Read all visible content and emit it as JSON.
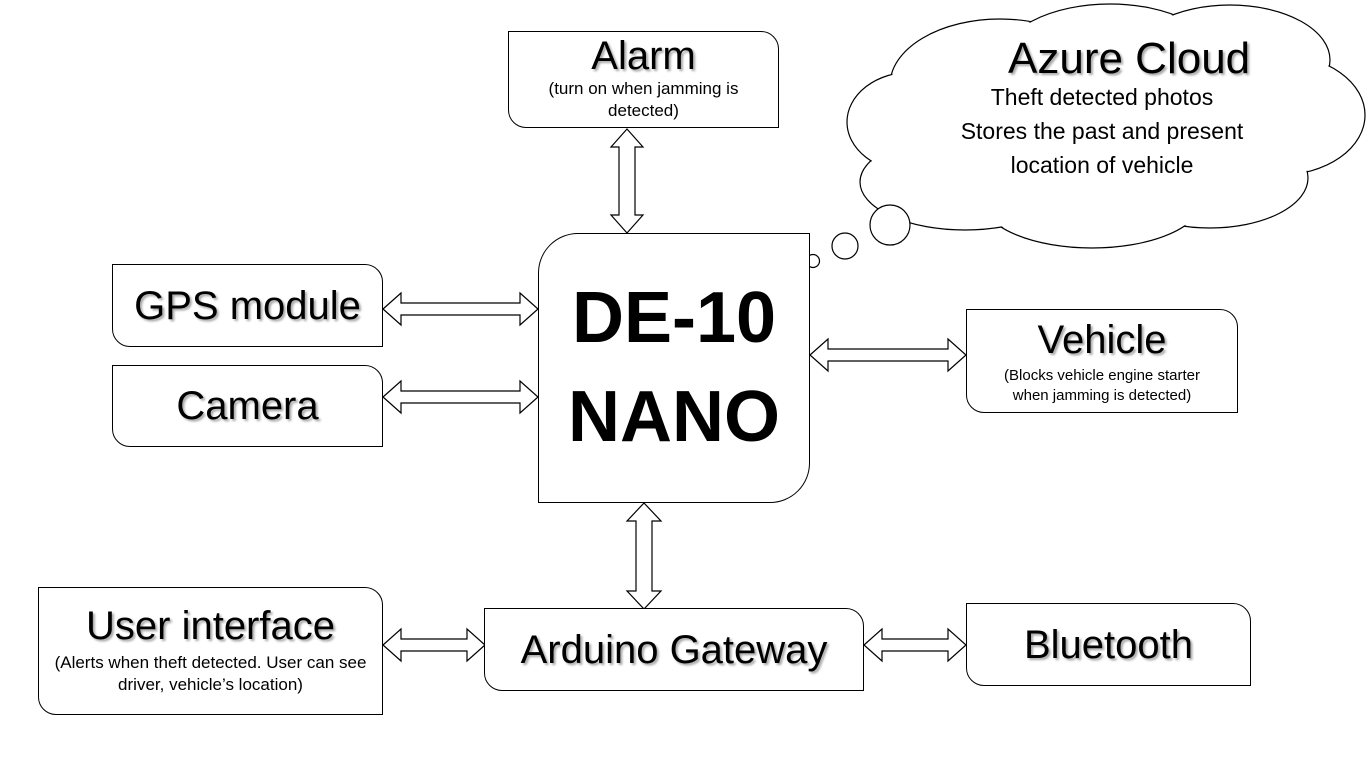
{
  "nodes": {
    "alarm": {
      "title": "Alarm",
      "sub": "(turn on when jamming is detected)"
    },
    "gps": {
      "title": "GPS module"
    },
    "camera": {
      "title": "Camera"
    },
    "core": {
      "line1": "DE-10",
      "line2": "NANO"
    },
    "vehicle": {
      "title": "Vehicle",
      "sub": "(Blocks vehicle engine starter when jamming is detected)"
    },
    "ui": {
      "title": "User interface",
      "sub": "(Alerts when theft detected. User can see driver, vehicle’s location)"
    },
    "gateway": {
      "title": "Arduino Gateway"
    },
    "bluetooth": {
      "title": "Bluetooth"
    },
    "cloud": {
      "title": "Azure Cloud",
      "lines": [
        "Theft detected photos",
        "Stores the past and present",
        "location of vehicle"
      ]
    }
  },
  "connections": [
    {
      "from": "alarm",
      "to": "core",
      "type": "bidirectional"
    },
    {
      "from": "gps",
      "to": "core",
      "type": "bidirectional"
    },
    {
      "from": "camera",
      "to": "core",
      "type": "bidirectional"
    },
    {
      "from": "core",
      "to": "vehicle",
      "type": "bidirectional"
    },
    {
      "from": "core",
      "to": "gateway",
      "type": "bidirectional"
    },
    {
      "from": "ui",
      "to": "gateway",
      "type": "bidirectional"
    },
    {
      "from": "gateway",
      "to": "bluetooth",
      "type": "bidirectional"
    },
    {
      "from": "core",
      "to": "cloud",
      "type": "thought-bubble"
    }
  ]
}
